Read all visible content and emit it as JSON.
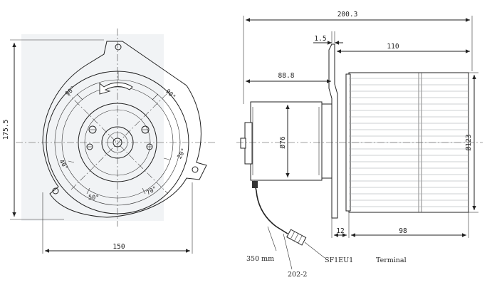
{
  "front_view": {
    "height_dim": "175.5",
    "width_dim": "150",
    "angle_top_left": "90°",
    "angle_top_right": "90°",
    "angle_left": "40°",
    "angle_bottom_left": "50°",
    "angle_bottom_right": "70°",
    "angle_right": "20°"
  },
  "side_view": {
    "overall_length": "200.3",
    "flange_thickness": "1.5",
    "wheel_width": "110",
    "motor_length": "88.8",
    "motor_diameter": "Ø76",
    "wheel_diameter": "Ø123",
    "hub_offset": "12",
    "wheel_depth": "98"
  },
  "callouts": {
    "lead_length": "350 mm",
    "wire_spec": "202-2",
    "connector_code": "SF1EU1",
    "connector_label": "Terminal"
  },
  "colors": {
    "line": "#222222",
    "background": "#ffffff",
    "shading": "#c9ced3"
  }
}
